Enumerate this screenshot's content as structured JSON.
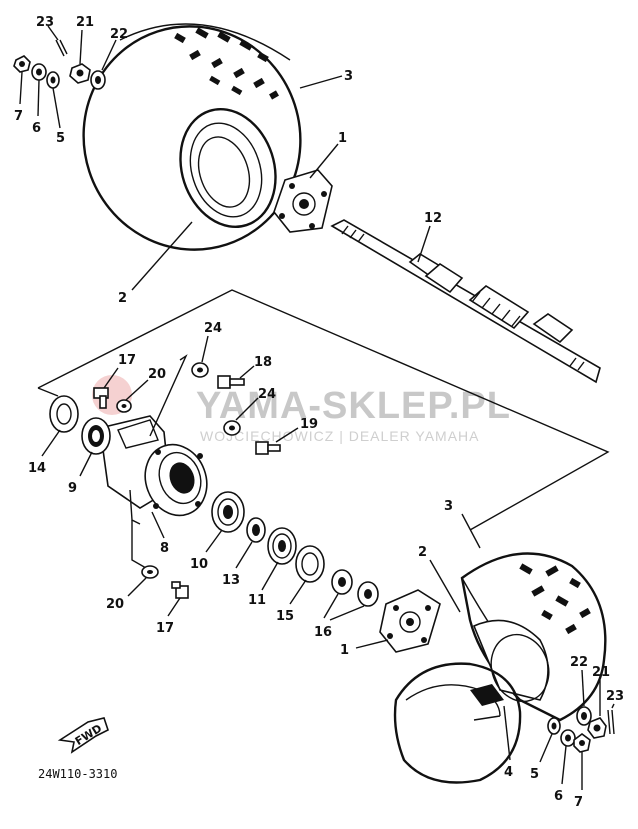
{
  "callouts": {
    "c1_top": "1",
    "c1_bot": "1",
    "c2_top": "2",
    "c2_bot": "2",
    "c3_top": "3",
    "c3_bot": "3",
    "c4": "4",
    "c5_top": "5",
    "c5_bot": "5",
    "c6_top": "6",
    "c6_bot": "6",
    "c7_top": "7",
    "c7_bot": "7",
    "c8": "8",
    "c9": "9",
    "c10": "10",
    "c11": "11",
    "c12": "12",
    "c13": "13",
    "c14": "14",
    "c15": "15",
    "c16": "16",
    "c17_top": "17",
    "c17_bot": "17",
    "c18": "18",
    "c19": "19",
    "c20_top": "20",
    "c20_bot": "20",
    "c21_top": "21",
    "c21_bot": "21",
    "c22_top": "22",
    "c22_bot": "22",
    "c23_top": "23",
    "c23_bot": "23",
    "c24_top": "24",
    "c24_mid": "24"
  },
  "fwd_label": "FWD",
  "diagram_code": "24W110-3310",
  "watermark": {
    "main": "YAMA-SKLEP.PL",
    "sub": "WOJCIECHOWICZ | DEALER YAMAHA"
  }
}
